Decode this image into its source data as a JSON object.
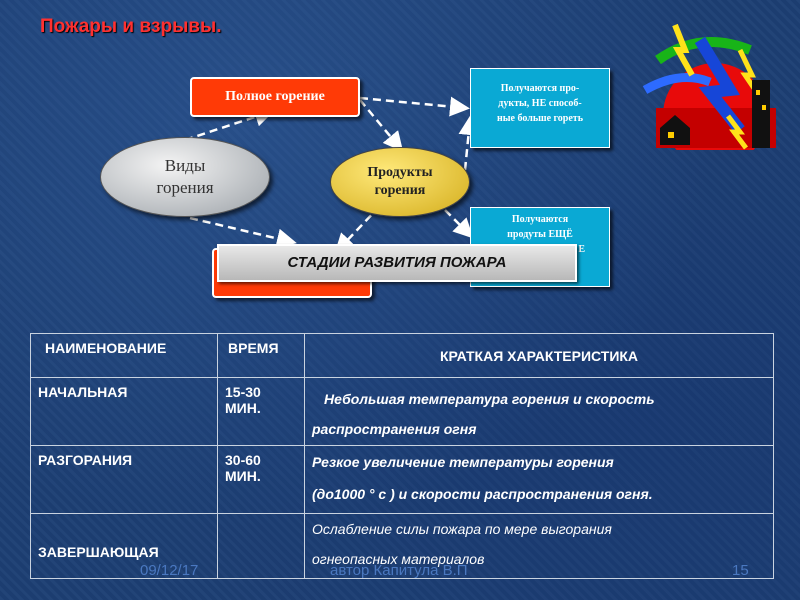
{
  "slide": {
    "title": "Пожары и взрывы."
  },
  "diagram": {
    "full_burning": "Полное горение",
    "types_line1": "Виды",
    "types_line2": "горения",
    "products_line1": "Продукты",
    "products_line2": "горения",
    "note_top_lines": [
      "Получаются про-",
      "дукты, НЕ способ-",
      "ные больше гореть"
    ],
    "note_bottom_lines": [
      "Получаются",
      "продуты ЕЩЁ",
      "Е"
    ],
    "banner": "СТАДИИ РАЗВИТИЯ ПОЖАРА"
  },
  "table": {
    "headers": {
      "name": "НАИМЕНОВАНИЕ",
      "time": "ВРЕМЯ",
      "desc": "КРАТКАЯ ХАРАКТЕРИСТИКА"
    },
    "rows": [
      {
        "name": "НАЧАЛЬНАЯ",
        "time_line1": "15-30",
        "time_line2": "МИН.",
        "desc_line1": "Небольшая температура горения и скорость",
        "desc_line2": "распространения огня"
      },
      {
        "name": "РАЗГОРАНИЯ",
        "time_line1": "30-60",
        "time_line2": "МИН.",
        "desc_line1": "Резкое увеличение температуры горения",
        "desc_line2": "(до1000 ° с )  и  скорости распространения огня."
      },
      {
        "name": "ЗАВЕРШАЮЩАЯ",
        "time_line1": "",
        "time_line2": "",
        "desc_line1": "Ослабление силы пожара по мере выгорания",
        "desc_line2": "огнеопасных материалов"
      }
    ]
  },
  "footer": {
    "date": "09/12/17",
    "author": "автор Капитула В.П",
    "page": "15"
  },
  "colors": {
    "background": "#1d3f74",
    "title": "#ff3030",
    "red_box": "#ff3a06",
    "cyan_box": "#0aa9d4",
    "footer_text": "#4a78c0"
  }
}
